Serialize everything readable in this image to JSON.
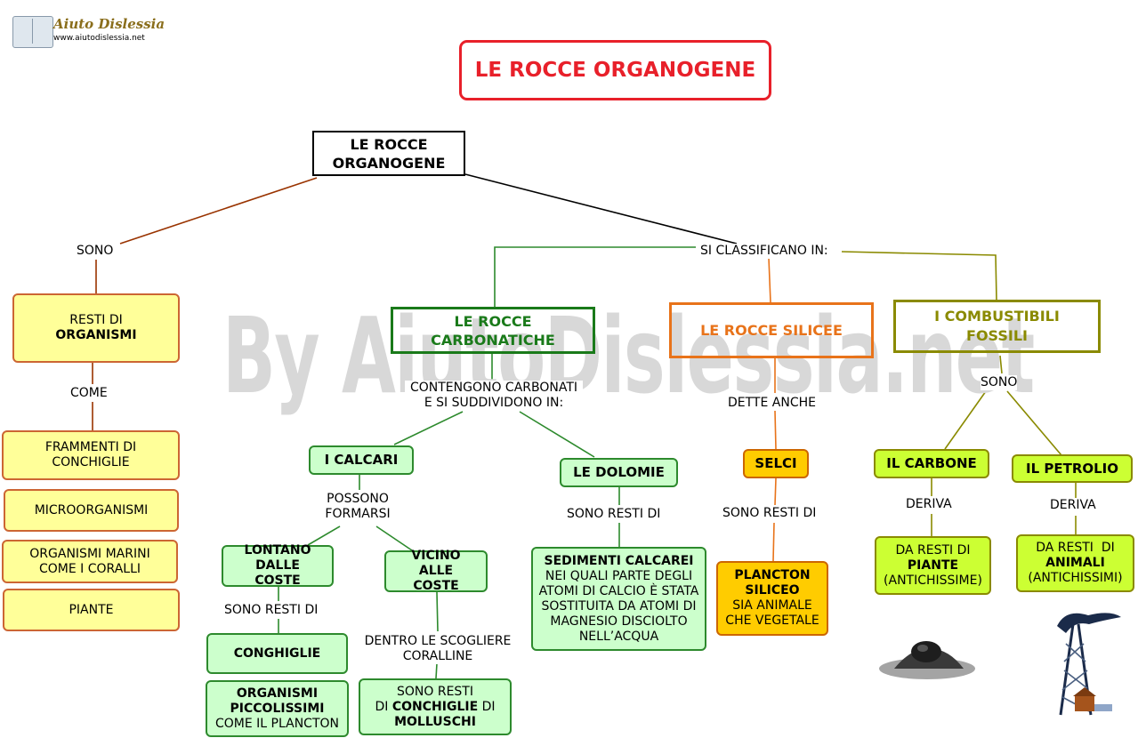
{
  "logo": {
    "title": "Aiuto Dislessia",
    "url": "www.aiutodislessia.net"
  },
  "watermark": "By AiutoDislessia.net",
  "title": "LE ROCCE ORGANOGENE",
  "root": "LE ROCCE ORGANOGENE",
  "links": {
    "sono": "SONO",
    "come": "COME",
    "si_classificano": "SI CLASSIFICANO IN:",
    "contengono": "CONTENGONO CARBONATI E SI SUDDIVIDONO IN:",
    "dette_anche": "DETTE ANCHE",
    "sono_fossili": "SONO",
    "possono": "POSSONO FORMARSI",
    "sono_resti_dolomie": "SONO RESTI DI",
    "sono_resti_selci": "SONO RESTI DI",
    "deriva_carbone": "DERIVA",
    "deriva_petrolio": "DERIVA",
    "sono_resti_lontano": "SONO RESTI DI",
    "dentro": "DENTRO LE SCOGLIERE CORALLINE"
  },
  "left": {
    "resti_a": "RESTI DI",
    "resti_b": "ORGANISMI",
    "items": [
      "FRAMMENTI DI CONCHIGLIE",
      "MICROORGANISMI",
      "ORGANISMI MARINI COME I CORALLI",
      "PIANTE"
    ]
  },
  "categories": {
    "carbonatiche": "LE ROCCE CARBONATICHE",
    "silicee": "LE ROCCE SILICEE",
    "fossili": "I COMBUSTIBILI FOSSILI"
  },
  "carbonatiche": {
    "calcari": "I  CALCARI",
    "dolomie": "LE DOLOMIE",
    "lontano": "LONTANO DALLE COSTE",
    "vicino": "VICINO ALLE COSTE",
    "conghiglie": "CONGHIGLIE",
    "organismi_a": "ORGANISMI PICCOLISSIMI",
    "organismi_b": "COME IL PLANCTON",
    "sono_resti_a": "SONO RESTI",
    "sono_resti_b": "DI",
    "sono_resti_c": "CONCHIGLIE",
    "sono_resti_d": "DI",
    "sono_resti_e": "MOLLUSCHI",
    "sedimenti_a": "SEDIMENTI CALCAREI",
    "sedimenti_b": "NEI QUALI PARTE DEGLI ATOMI DI CALCIO È STATA SOSTITUITA DA ATOMI DI MAGNESIO DISCIOLTO NELL’ACQUA"
  },
  "silicee": {
    "selci": "SELCI",
    "plancton_a": "PLANCTON SILICEO",
    "plancton_b": "SIA ANIMALE CHE VEGETALE"
  },
  "fossili": {
    "carbone": "IL CARBONE",
    "petrolio": "IL PETROLIO",
    "piante_a": "DA RESTI DI",
    "piante_b": "PIANTE",
    "piante_c": "(ANTICHISSIME)",
    "animali_a": "DA RESTI  DI",
    "animali_b": "ANIMALI",
    "animali_c": "(ANTICHISSIMI)"
  },
  "colors": {
    "title_red": "#e8202a",
    "green_text": "#1a7a1a",
    "orange_text": "#e8731a",
    "olive_text": "#8a8a00",
    "brown_line": "#993300"
  },
  "icons": [
    "coal-heap-picture",
    "oil-derrick-picture"
  ]
}
